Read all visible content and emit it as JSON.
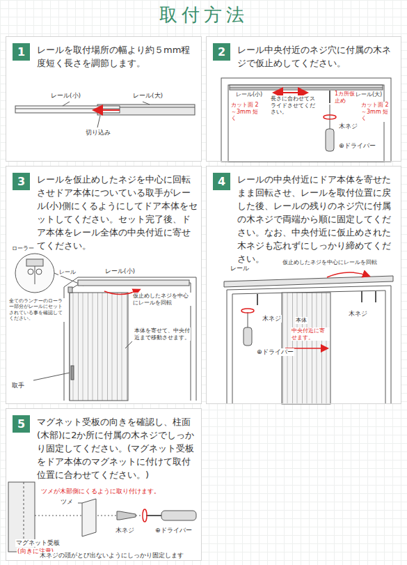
{
  "diagram": {
    "title": "取付方法",
    "nodes": [
      {
        "text": [
          "レールを取付場所の幅より約５mm程度短く長さを調節します。"
        ]
      },
      {
        "text": [
          "1"
        ],
        "in": 0
      },
      {
        "text": [
          "レール中央付近のネジ穴に付属の木ネジで仮止めしてください。"
        ]
      },
      {
        "text": [
          "2"
        ],
        "in": 2
      },
      {
        "text": [
          "レールを仮止めしたネジを中心に回転させドア本体についている取手がレール(小)側にくるようにしてドア本体をセットしてください。セット完了後、ドア本体をレール全体の中央付近に寄せてください。"
        ]
      },
      {
        "text": [
          "3"
        ],
        "in": 4
      },
      {
        "text": [
          "レールの中央付近にドア本体を寄せたまま回転させ、レールを取付位置に戻した後、レールの残りのネジ穴に付属の木ネジで両端から順に固定してください。なお、中央付近に仮止めされた木ネジも忘れずにしっかり締めてください。"
        ]
      },
      {
        "text": [
          "4"
        ],
        "in": 6
      },
      {
        "text": [
          "マグネット受板の向きを確認し、柱面(木部)に2か所に付属の木ネジでしっかり固定してください。(マグネット受板をドア本体のマグネットに付けて取付位置に合わせてください。)"
        ]
      },
      {
        "text": [
          "5"
        ],
        "in": 8
      }
    ],
    "labels": [
      "レール(小)",
      "レール(大)",
      "切り込み",
      "レール(小)",
      "長さに合わせてスライドさせてください。",
      "1カ所仮止め",
      "レール(大)",
      "カット面 2～3mm 短く",
      "カット面 2～3mm 短く",
      "木ネジ",
      "⊕ドライバー",
      "ローラー",
      "レール",
      "全てのランナーのローラー部分がレールにセットされている事を確認してください。",
      "レール(小)",
      "仮止めしたネジを中心にレールを回転",
      "本体を寄せて、中央付近まで移動させます。",
      "取手",
      "レール",
      "仮止めしたネジを中心にレールを回転",
      "木ネジ",
      "本体",
      "中央付近に寄せます。",
      "木ネジ",
      "⊕ドライバー",
      "ツメが木部側にくるように取り付けます。",
      "ツメ",
      "マグネット受板",
      "(向きに注意)",
      "木ネジ",
      "⊕ドライバー",
      "木ネジの頭がとび出ないようにしっかり固定します"
    ]
  }
}
